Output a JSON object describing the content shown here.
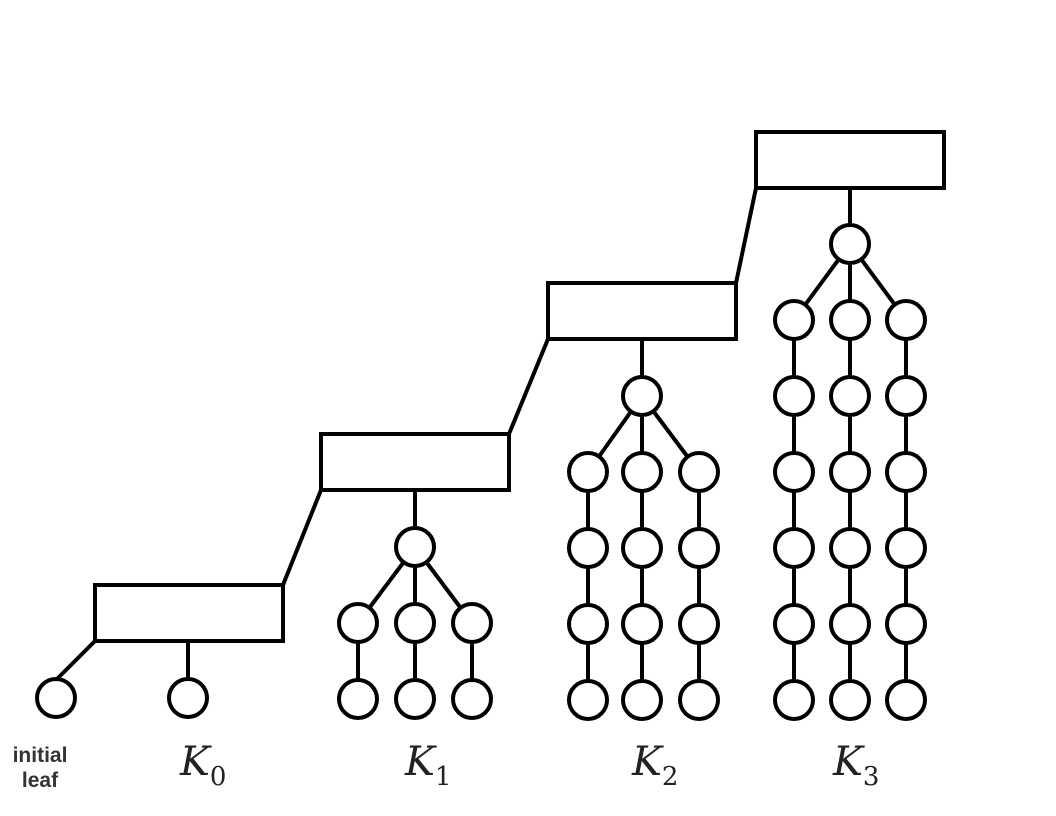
{
  "labels": {
    "initial_leaf_line1": "initial",
    "initial_leaf_line2": "leaf"
  },
  "groups": [
    {
      "symbol": "K",
      "subscript": "0",
      "columns": 2,
      "depth": 1
    },
    {
      "symbol": "K",
      "subscript": "1",
      "columns": 3,
      "depth": 2
    },
    {
      "symbol": "K",
      "subscript": "2",
      "columns": 3,
      "depth": 4
    },
    {
      "symbol": "K",
      "subscript": "3",
      "columns": 3,
      "depth": 6
    }
  ],
  "colors": {
    "stroke": "#000000",
    "fill": "#ffffff"
  }
}
